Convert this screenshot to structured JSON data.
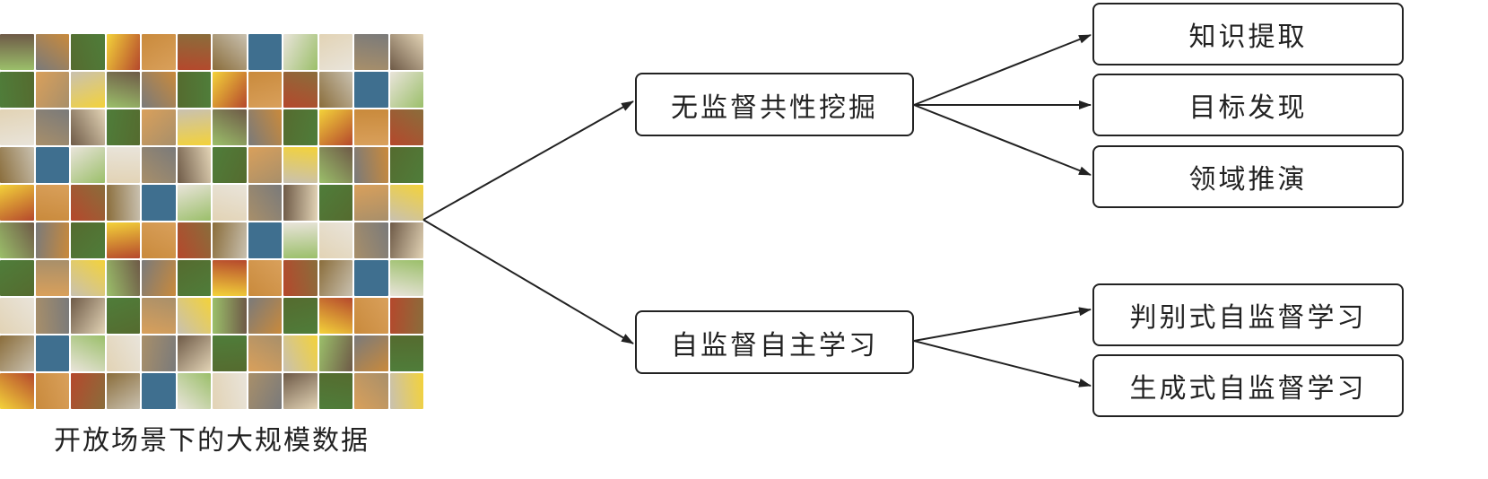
{
  "source": {
    "caption": "开放场景下的大规模数据"
  },
  "branches": [
    {
      "label": "无监督共性挖掘",
      "children": [
        "知识提取",
        "目标发现",
        "领域推演"
      ]
    },
    {
      "label": "自监督自主学习",
      "children": [
        "判别式自监督学习",
        "生成式自监督学习"
      ]
    }
  ],
  "colors": {
    "line": "#222222",
    "tile_palette": [
      "#8a6d3b",
      "#c98a3c",
      "#556b2f",
      "#9bbf6a",
      "#d9a05b",
      "#6e5a47",
      "#e2d3b5",
      "#3f6f8f",
      "#b5482c",
      "#f3d23a",
      "#7a7a7a",
      "#c9c1b0",
      "#4f7d3a",
      "#a88f6a",
      "#e9e4da"
    ]
  }
}
